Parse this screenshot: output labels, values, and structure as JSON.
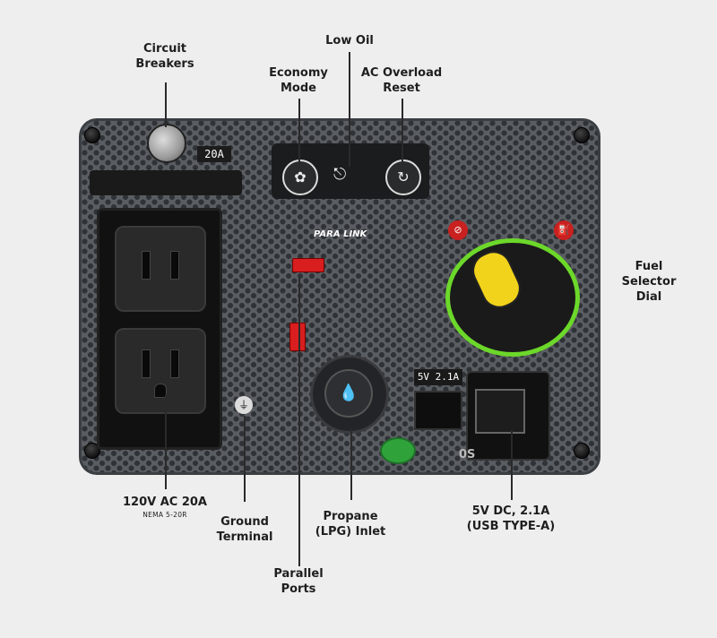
{
  "labels": {
    "circuit_breakers": [
      "Circuit",
      "Breakers"
    ],
    "low_oil": "Low Oil",
    "economy_mode": [
      "Economy",
      "Mode"
    ],
    "ac_overload_reset": [
      "AC Overload",
      "Reset"
    ],
    "fuel_selector_dial": [
      "Fuel",
      "Selector",
      "Dial"
    ],
    "outlet_120v": "120V AC 20A",
    "outlet_nema": "NEMA 5-20R",
    "ground_terminal": [
      "Ground",
      "Terminal"
    ],
    "propane_inlet": [
      "Propane",
      "(LPG) Inlet"
    ],
    "usb_5v": [
      "5V DC, 2.1A",
      "(USB TYPE-A)"
    ],
    "parallel_ports": [
      "Parallel",
      "Ports"
    ]
  },
  "panel": {
    "breaker_rating": "20A",
    "usb_rating": "5V 2.1A",
    "para_link_logo": "PARA LINK",
    "bottom_mark": "0S"
  },
  "icons": {
    "economy": "leaf-icon",
    "low_oil": "oil-can-icon",
    "reset": "reset-icon",
    "ground": "ground-icon",
    "propane": "flame-icon"
  },
  "colors": {
    "fuel_ring": "#6cd82a",
    "fuel_knob": "#f2d31b",
    "parallel_port": "#d81e1e",
    "panel": "#5a5d62"
  }
}
